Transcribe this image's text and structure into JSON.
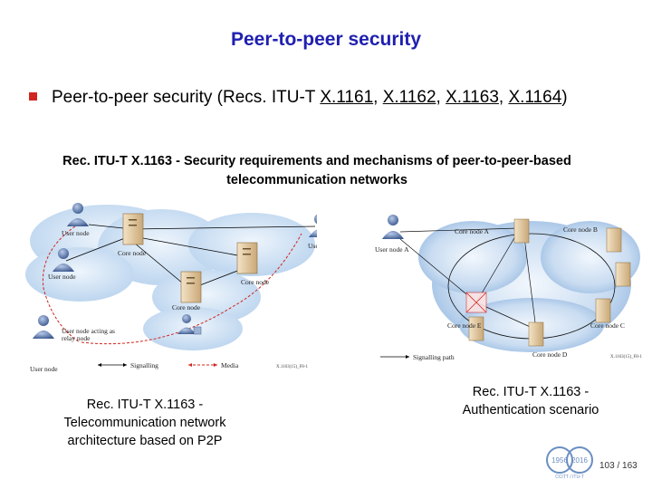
{
  "title": "Peer-to-peer security",
  "bullet": {
    "prefix": "Peer-to-peer security (Recs. ITU-T ",
    "links": [
      "X.1161",
      "X.1162",
      "X.1163",
      "X.1164"
    ],
    "sep": ", ",
    "suffix": ")"
  },
  "subtitle": {
    "line1": "Rec. ITU-T X.1163 - Security requirements and mechanisms of peer-to-peer-based",
    "line2": "telecommunication networks"
  },
  "left_diagram": {
    "labels": {
      "user_node_top": "User node",
      "core_node_top": "Core node",
      "user_node_right": "User node",
      "user_node_left": "User node",
      "core_node_right": "Core node",
      "core_node_bottom": "Core node",
      "relay_line1": "User node acting as",
      "relay_line2": "relay node",
      "user_node_bottom": "User node",
      "legend_signalling": "Signalling",
      "legend_media": "Media",
      "figure_id": "X.1163(15)_F8-1"
    }
  },
  "right_diagram": {
    "labels": {
      "core_a": "Core node A",
      "core_b": "Core node B",
      "user_a": "User node A",
      "core_e": "Core node E",
      "core_c": "Core node C",
      "core_d": "Core node D",
      "legend_signalling": "Signalling path",
      "figure_id": "X.1163(15)_F8-1"
    }
  },
  "captions": {
    "left_line1": "Rec. ITU-T X.1163 -",
    "left_line2": "Telecommunication network",
    "left_line3": "architecture based on P2P",
    "right_line1": "Rec. ITU-T X.1163 -",
    "right_line2": "Authentication scenario"
  },
  "logo": {
    "year_left": "1956",
    "year_right": "2016",
    "text": "CCITT / ITU-T"
  },
  "page_number": "103 / 163",
  "colors": {
    "title": "#1f1fb0",
    "bullet": "#d0261f",
    "cloud": "#bcd7f0",
    "signalling": "#000000",
    "media": "#d0261f"
  }
}
